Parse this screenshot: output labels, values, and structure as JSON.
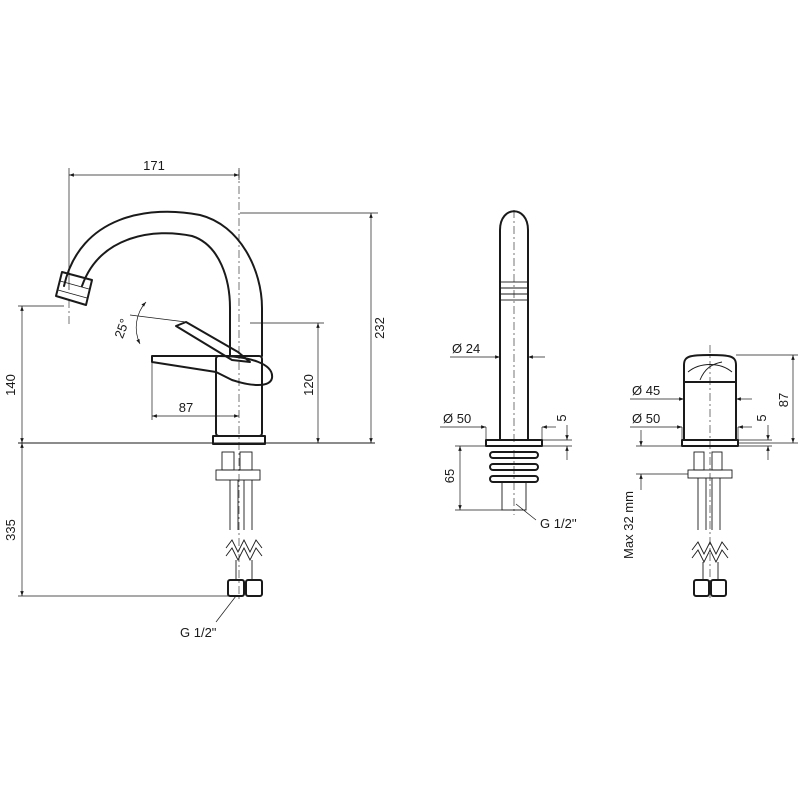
{
  "dimensions": {
    "spout_reach": "171",
    "total_height": "232",
    "outlet_height": "140",
    "lever_height": "120",
    "lever_reach": "87",
    "lever_angle": "25°",
    "hose_length": "335",
    "hose_thread": "G 1/2\"",
    "spout_diameter": "Ø 24",
    "spout_base_diameter": "Ø 50",
    "spout_base_height": "5",
    "spout_shank_length": "65",
    "spout_thread": "G 1/2''",
    "handle_diameter": "Ø 45",
    "handle_base_diameter": "Ø 50",
    "handle_base_height": "5",
    "handle_height": "87",
    "max_deck_thickness": "Max 32 mm"
  }
}
